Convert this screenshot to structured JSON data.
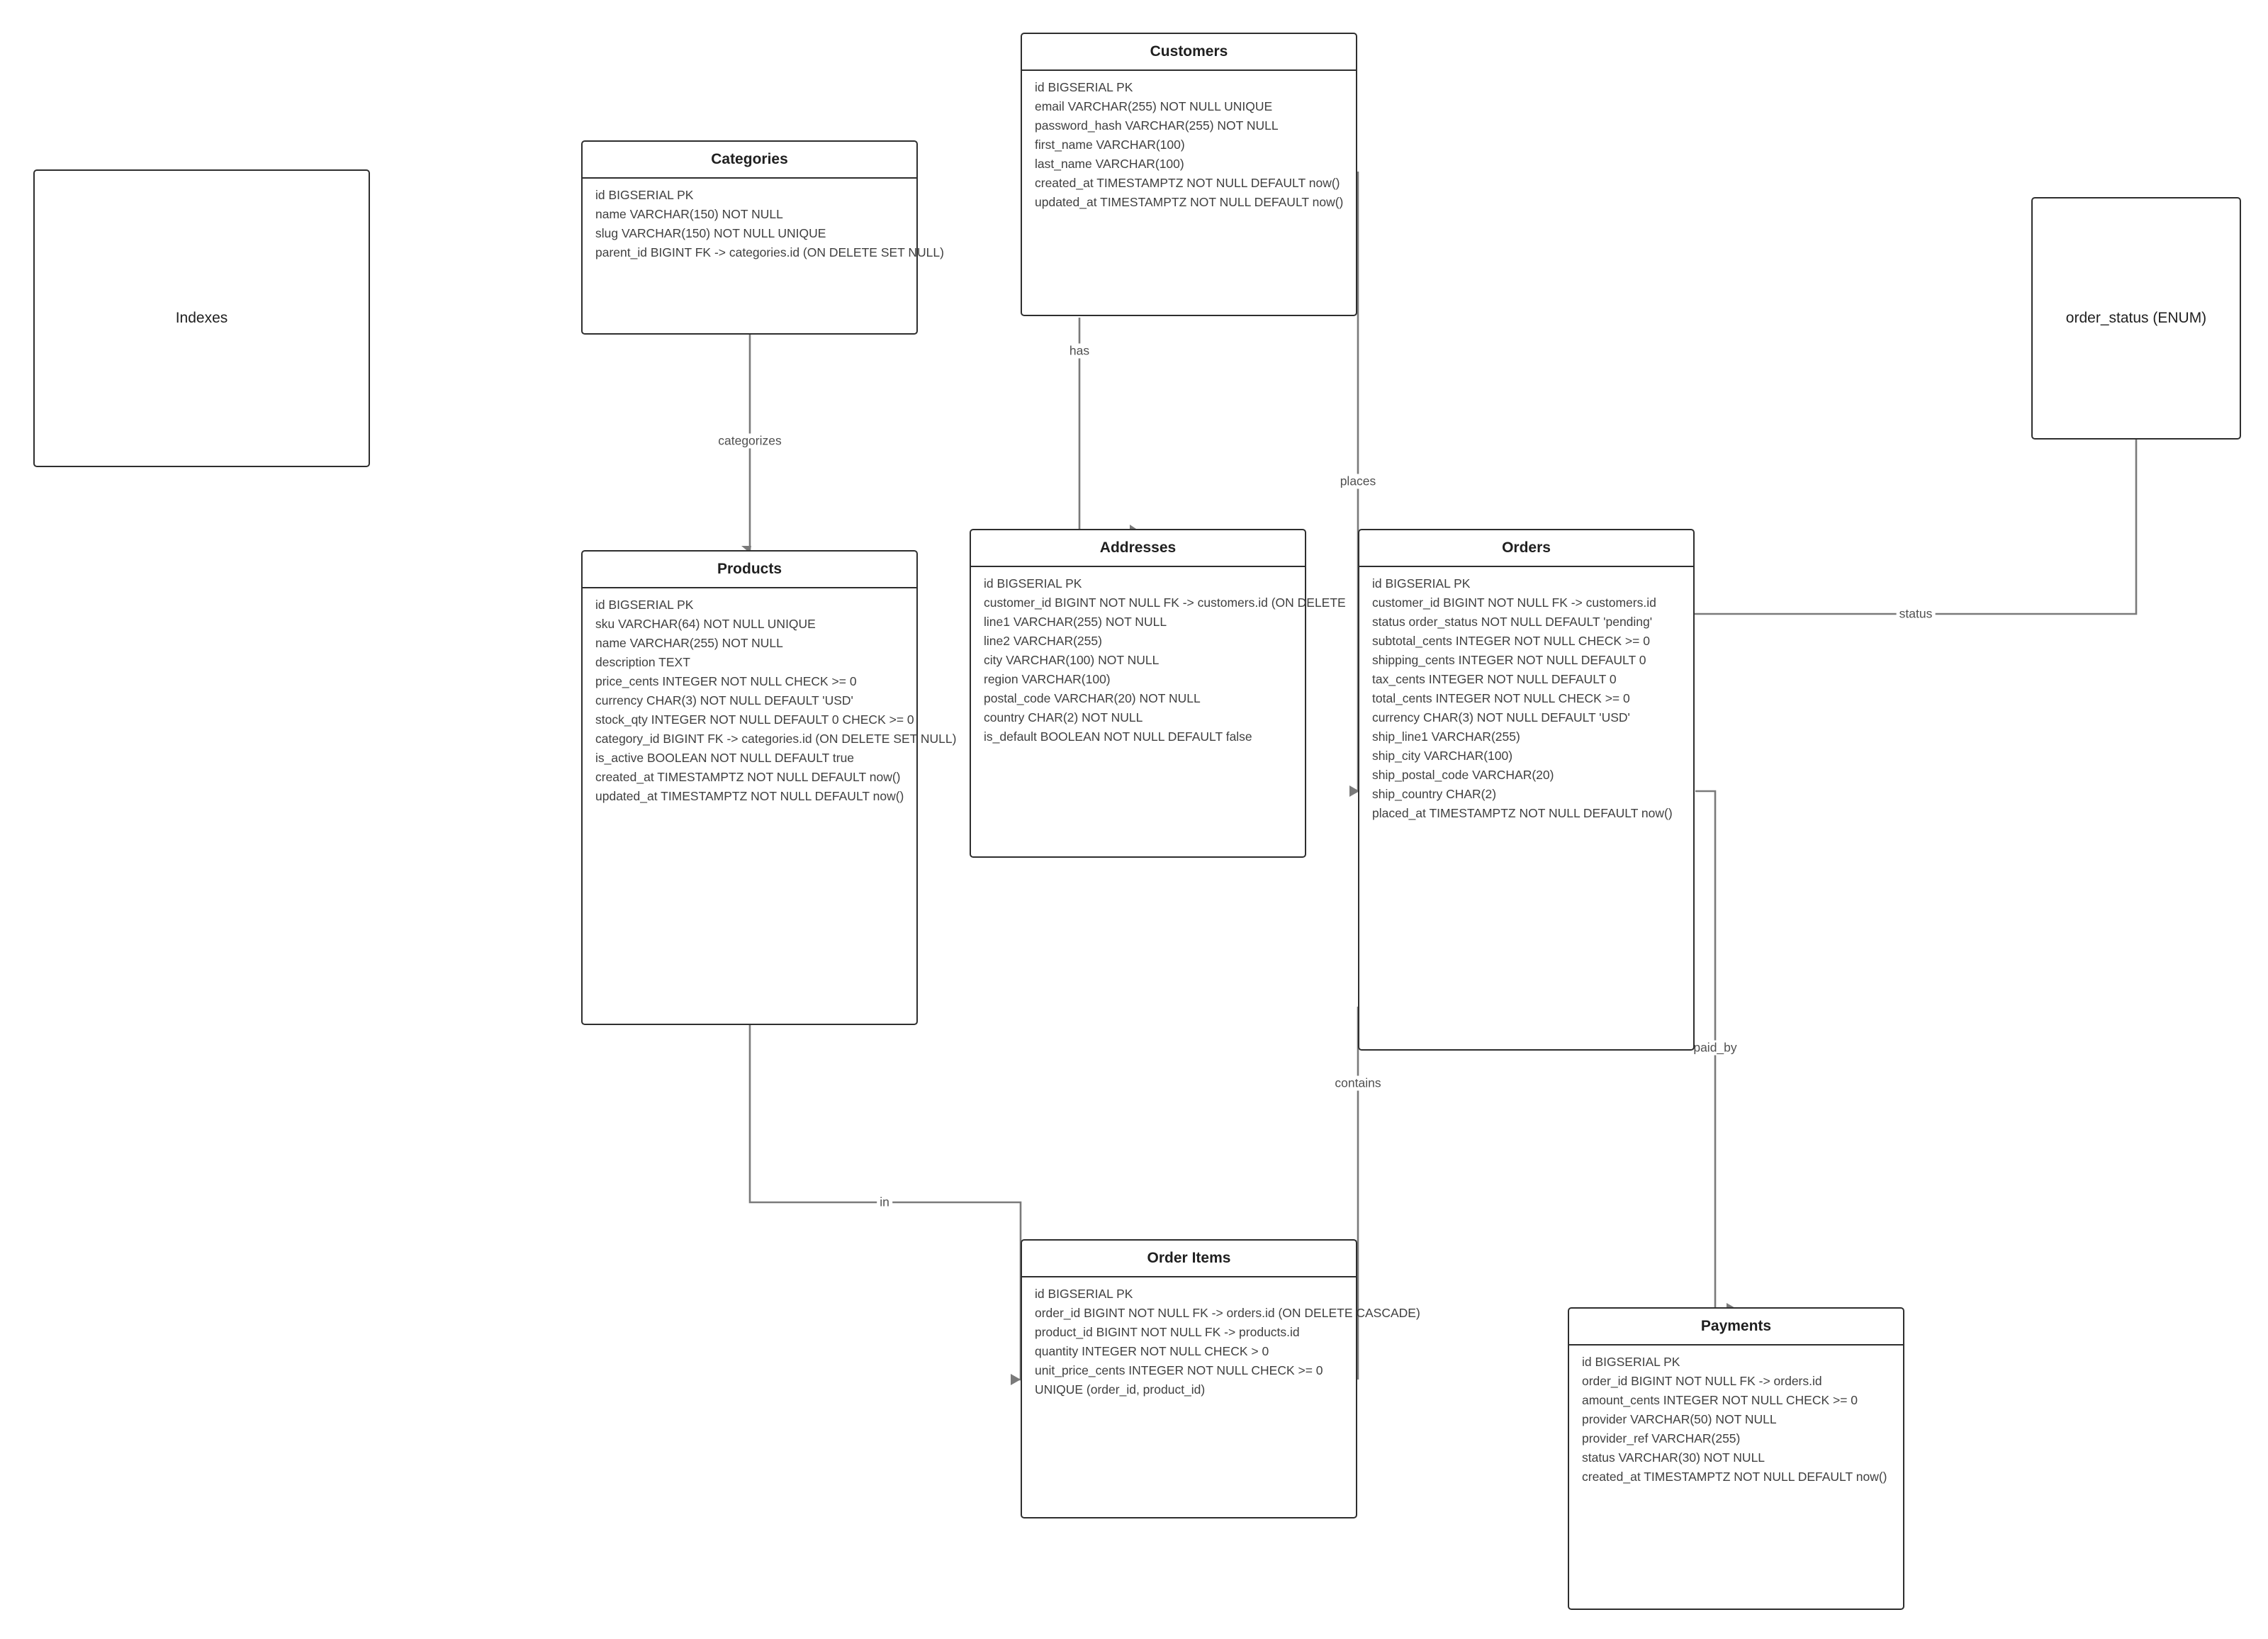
{
  "entities": {
    "customers": {
      "title": "Customers",
      "fields": [
        "id BIGSERIAL PK",
        "email VARCHAR(255) NOT NULL UNIQUE",
        "password_hash VARCHAR(255) NOT NULL",
        "first_name VARCHAR(100)",
        "last_name VARCHAR(100)",
        "created_at TIMESTAMPTZ NOT NULL DEFAULT now()",
        "updated_at TIMESTAMPTZ NOT NULL DEFAULT now()"
      ]
    },
    "categories": {
      "title": "Categories",
      "fields": [
        "id BIGSERIAL PK",
        "name VARCHAR(150) NOT NULL",
        "slug VARCHAR(150) NOT NULL UNIQUE",
        "parent_id BIGINT FK -> categories.id (ON DELETE SET NULL)"
      ]
    },
    "products": {
      "title": "Products",
      "fields": [
        "id BIGSERIAL PK",
        "sku VARCHAR(64) NOT NULL UNIQUE",
        "name VARCHAR(255) NOT NULL",
        "description TEXT",
        "price_cents INTEGER NOT NULL CHECK >= 0",
        "currency CHAR(3) NOT NULL DEFAULT 'USD'",
        "stock_qty INTEGER NOT NULL DEFAULT 0 CHECK >= 0",
        "category_id BIGINT FK -> categories.id (ON DELETE SET NULL)",
        "is_active BOOLEAN NOT NULL DEFAULT true",
        "created_at TIMESTAMPTZ NOT NULL DEFAULT now()",
        "updated_at TIMESTAMPTZ NOT NULL DEFAULT now()"
      ]
    },
    "addresses": {
      "title": "Addresses",
      "fields": [
        "id BIGSERIAL PK",
        "customer_id BIGINT NOT NULL FK -> customers.id (ON DELETE",
        "line1 VARCHAR(255) NOT NULL",
        "line2 VARCHAR(255)",
        "city VARCHAR(100) NOT NULL",
        "region VARCHAR(100)",
        "postal_code VARCHAR(20) NOT NULL",
        "country CHAR(2) NOT NULL",
        "is_default BOOLEAN NOT NULL DEFAULT false"
      ]
    },
    "orders": {
      "title": "Orders",
      "fields": [
        "id BIGSERIAL PK",
        "customer_id BIGINT NOT NULL FK -> customers.id",
        "status order_status NOT NULL DEFAULT 'pending'",
        "subtotal_cents INTEGER NOT NULL CHECK >= 0",
        "shipping_cents INTEGER NOT NULL DEFAULT 0",
        "tax_cents INTEGER NOT NULL DEFAULT 0",
        "total_cents INTEGER NOT NULL CHECK >= 0",
        "currency CHAR(3) NOT NULL DEFAULT 'USD'",
        "ship_line1 VARCHAR(255)",
        "ship_city VARCHAR(100)",
        "ship_postal_code VARCHAR(20)",
        "ship_country CHAR(2)",
        "placed_at TIMESTAMPTZ NOT NULL DEFAULT now()"
      ]
    },
    "order_items": {
      "title": "Order Items",
      "fields": [
        "id BIGSERIAL PK",
        "order_id BIGINT NOT NULL FK -> orders.id (ON DELETE CASCADE)",
        "product_id BIGINT NOT NULL FK -> products.id",
        "quantity INTEGER NOT NULL CHECK > 0",
        "unit_price_cents INTEGER NOT NULL CHECK >= 0",
        "UNIQUE (order_id, product_id)"
      ]
    },
    "payments": {
      "title": "Payments",
      "fields": [
        "id BIGSERIAL PK",
        "order_id BIGINT NOT NULL FK -> orders.id",
        "amount_cents INTEGER NOT NULL CHECK >= 0",
        "provider VARCHAR(50) NOT NULL",
        "provider_ref VARCHAR(255)",
        "status VARCHAR(30) NOT NULL",
        "created_at TIMESTAMPTZ NOT NULL DEFAULT now()"
      ]
    },
    "indexes": {
      "title": "Indexes"
    },
    "order_status": {
      "title": "order_status (ENUM)"
    }
  },
  "relationships": {
    "categorizes": "categorizes",
    "has": "has",
    "places": "places",
    "status": "status",
    "paid_by": "paid_by",
    "contains": "contains",
    "in": "in"
  },
  "colors": {
    "border": "#2e2e2e",
    "edge": "#7a7a7a",
    "text": "#404040"
  }
}
